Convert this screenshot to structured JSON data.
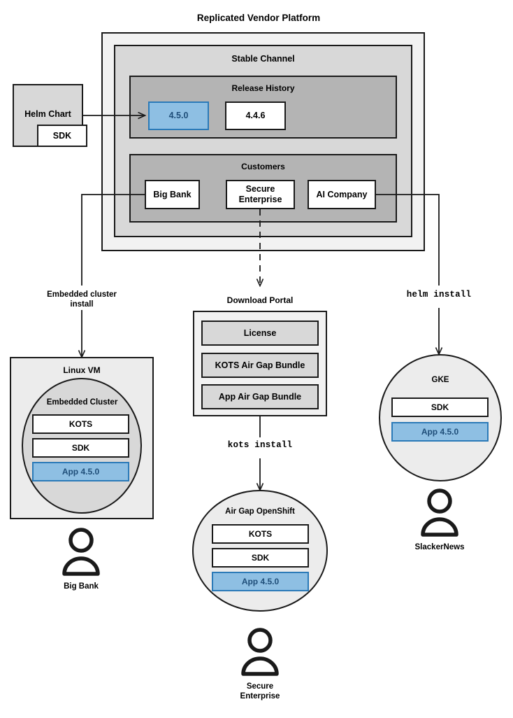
{
  "diagram": {
    "title": "Replicated Vendor Platform",
    "type": "architecture-flow",
    "colors": {
      "accent_blue_fill": "#8ebfe3",
      "accent_blue_border": "#2b7ab8",
      "accent_blue_text": "#1f4e79",
      "stroke": "#1a1a1a",
      "gray_outer": "#f2f2f2",
      "gray_mid": "#d8d8d8",
      "gray_inner": "#b4b4b4"
    }
  },
  "source": {
    "helm_chart": {
      "label": "Helm Chart",
      "sdk_label": "SDK"
    }
  },
  "platform": {
    "title": "Replicated Vendor Platform",
    "channel": {
      "title": "Stable Channel"
    },
    "release_history": {
      "title": "Release History",
      "releases": [
        {
          "version": "4.5.0",
          "highlighted": true
        },
        {
          "version": "4.4.6",
          "highlighted": false
        }
      ]
    },
    "customers": {
      "title": "Customers",
      "list": [
        {
          "name": "Big Bank"
        },
        {
          "name": "Secure\nEnterprise"
        },
        {
          "name": "AI Company"
        }
      ]
    }
  },
  "flows": {
    "embedded_install": "Embedded cluster\ninstall",
    "kots_install": "kots install",
    "helm_install": "helm install"
  },
  "targets": {
    "linux_vm": {
      "title": "Linux VM",
      "cluster_title": "Embedded Cluster",
      "components": [
        {
          "label": "KOTS",
          "highlighted": false
        },
        {
          "label": "SDK",
          "highlighted": false
        },
        {
          "label": "App 4.5.0",
          "highlighted": true
        }
      ],
      "user": "Big Bank"
    },
    "download_portal": {
      "title": "Download Portal",
      "artifacts": [
        {
          "label": "License"
        },
        {
          "label": "KOTS Air Gap Bundle"
        },
        {
          "label": "App Air Gap Bundle"
        }
      ]
    },
    "air_gap_openshift": {
      "title": "Air Gap OpenShift",
      "components": [
        {
          "label": "KOTS",
          "highlighted": false
        },
        {
          "label": "SDK",
          "highlighted": false
        },
        {
          "label": "App 4.5.0",
          "highlighted": true
        }
      ],
      "user": "Secure\nEnterprise"
    },
    "gke": {
      "title": "GKE",
      "components": [
        {
          "label": "SDK",
          "highlighted": false
        },
        {
          "label": "App 4.5.0",
          "highlighted": true
        }
      ],
      "user": "SlackerNews"
    }
  }
}
